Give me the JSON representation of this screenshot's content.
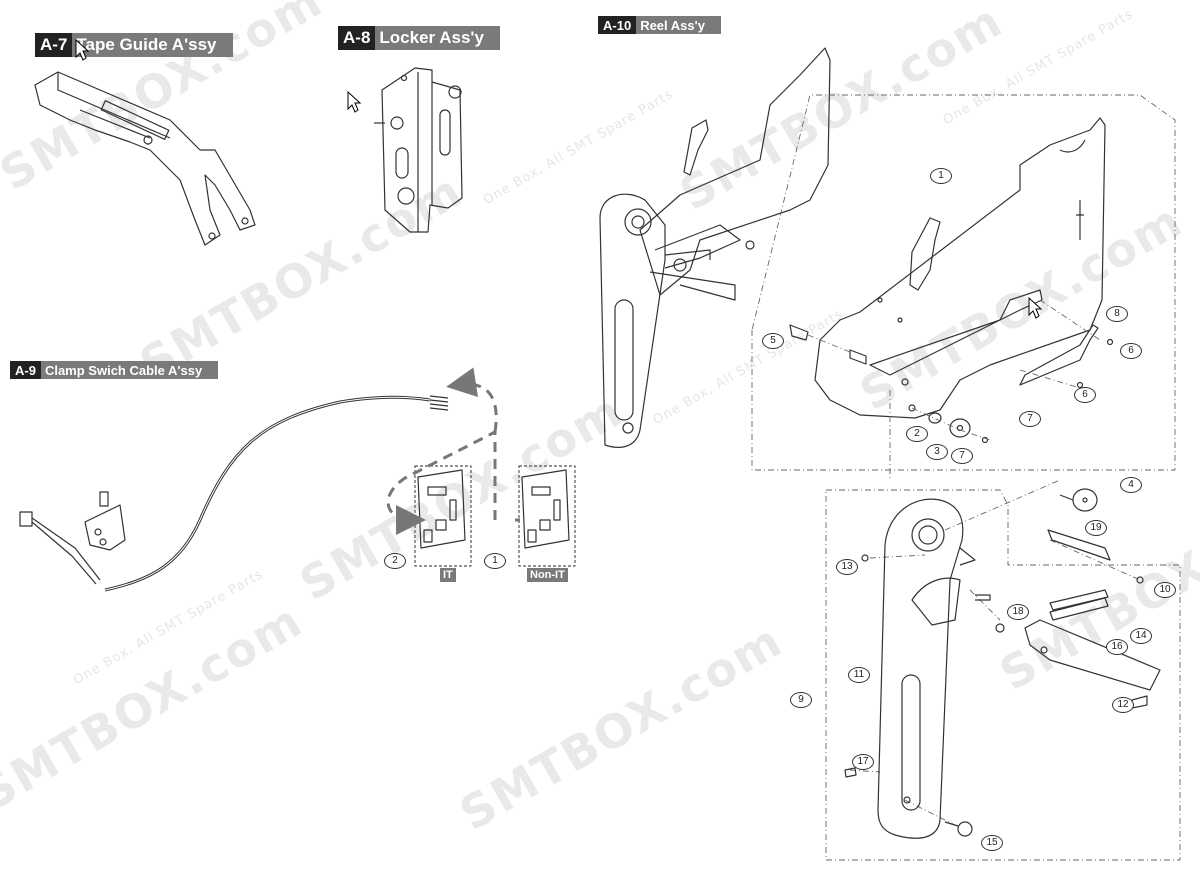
{
  "sections": [
    {
      "code": "A-7",
      "name": "Tape Guide A'ssy"
    },
    {
      "code": "A-8",
      "name": "Locker Ass'y"
    },
    {
      "code": "A-9",
      "name": "Clamp Swich Cable A'ssy"
    },
    {
      "code": "A-10",
      "name": "Reel Ass'y"
    }
  ],
  "board_tags": {
    "it": "IT",
    "non_it": "Non-IT"
  },
  "board_callouts": [
    "2",
    "1"
  ],
  "reel_callouts": [
    "1",
    "2",
    "3",
    "4",
    "5",
    "6",
    "6",
    "7",
    "7",
    "8",
    "9",
    "10",
    "11",
    "12",
    "13",
    "14",
    "15",
    "16",
    "17",
    "18",
    "19"
  ],
  "watermark": {
    "brand": "SMTBOX.com",
    "tagline": "One Box, All SMT Spare Parts"
  }
}
